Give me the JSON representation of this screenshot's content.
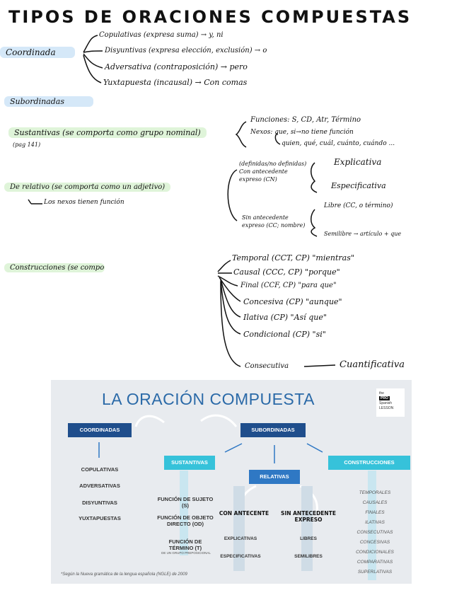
{
  "title": "TIPOS DE ORACIONES COMPUESTAS",
  "coordinada": {
    "label": "Coordinada",
    "items": [
      "Copulativas (expresa suma) → y, ni",
      "Disyuntivas (expresa elección, exclusión) → o",
      "Adversativa (contraposición) → pero",
      "Yuxtapuesta (incausal) → Con comas"
    ]
  },
  "subordinadas": {
    "label": "Subordinadas",
    "sustantivas": {
      "label": "Sustantivas (se comporta como grupo nominal)",
      "note": "(pag 141)",
      "funciones": "Funciones: S, CD, Atr, Término",
      "nexos_1": "Nexos: que, si→no tiene función",
      "nexos_2": "quien, qué, cuál, cuánto, cuándo ..."
    },
    "relativo": {
      "label": "De relativo (se comporta como un adjetivo)",
      "note": "Los nexos tienen función",
      "con_antecedente": "(definidas/no definidas) Con antecedente expreso (CN)",
      "explicativa": "Explicativa",
      "especificativa": "Especificativa",
      "sin_antecedente": "Sin antecedente expreso (CC; nombre)",
      "libre": "Libre (CC, o término)",
      "semilibre": "Semilibre → artículo + que"
    },
    "construcciones": {
      "label": "Construcciones (se comporta como un complemento circunstancial)",
      "items": [
        "Temporal (CCT, CP) \"mientras\"",
        "Causal (CCC, CP) \"porque\"",
        "Final (CCF, CP) \"para que\"",
        "Concesiva (CP) \"aunque\"",
        "Ilativa (CP) \"Así que\"",
        "Condicional (CP) \"si\"",
        "Consecutiva"
      ],
      "cuantificativa": "Cuantificativa"
    }
  },
  "infographic": {
    "title": "LA ORACIÓN COMPUESTA",
    "logo_lines": [
      "the",
      "PRO",
      "Spanish",
      "LESSON"
    ],
    "coordinadas": "COORDINADAS",
    "subordinadas": "SUBORDINADAS",
    "coord_items": [
      "COPULATIVAS",
      "ADVERSATIVAS",
      "DISYUNTIVAS",
      "YUXTAPUESTAS"
    ],
    "sustantivas": "SUSTANTIVAS",
    "sust_items": [
      "FUNCIÓN DE SUJETO (S)",
      "FUNCIÓN DE OBJETO DIRECTO (OD)",
      "FUNCIÓN DE TÉRMINO (T)"
    ],
    "sust_note": "DE UN GRUPO PREPOSICIONAL",
    "relativas": "RELATIVAS",
    "con_antecente": "CON ANTECENTE",
    "sin_antecedente": "SIN ANTECEDENTE EXPRESO",
    "con_items": [
      "EXPLICATIVAS",
      "ESPECIFICATIVAS"
    ],
    "sin_items": [
      "LIBRES",
      "SEMILIBRES"
    ],
    "construcciones": "CONSTRUCCIONES",
    "constr_items": [
      "TEMPORALES",
      "CAUSALES",
      "FINALES",
      "ILATIVAS",
      "CONSECUTIVAS",
      "CONCESIVAS",
      "CONDICIONALES",
      "COMPARATIVAS",
      "SUPERLATIVAS"
    ],
    "footnote": "*Según la Nueva gramática de la lengua española (NGLE) de 2009"
  }
}
